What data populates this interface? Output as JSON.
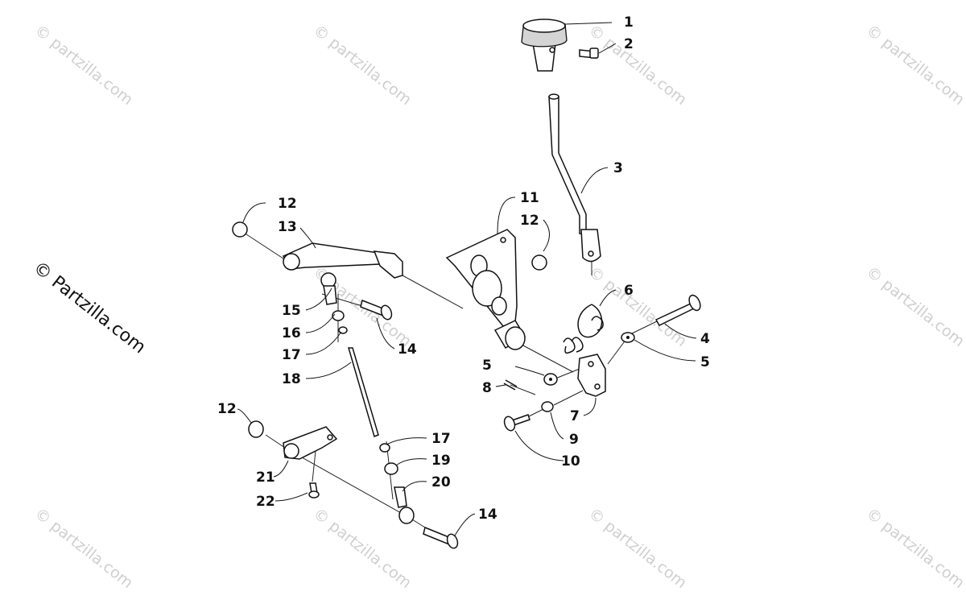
{
  "watermark": {
    "text": "© partzilla.com"
  },
  "copyright": {
    "text": "© Partzilla.com"
  },
  "callouts": [
    {
      "id": "c1",
      "label": "1"
    },
    {
      "id": "c2",
      "label": "2"
    },
    {
      "id": "c3",
      "label": "3"
    },
    {
      "id": "c4",
      "label": "4"
    },
    {
      "id": "c5a",
      "label": "5"
    },
    {
      "id": "c5b",
      "label": "5"
    },
    {
      "id": "c6",
      "label": "6"
    },
    {
      "id": "c7",
      "label": "7"
    },
    {
      "id": "c8",
      "label": "8"
    },
    {
      "id": "c9",
      "label": "9"
    },
    {
      "id": "c10",
      "label": "10"
    },
    {
      "id": "c11",
      "label": "11"
    },
    {
      "id": "c12a",
      "label": "12"
    },
    {
      "id": "c12b",
      "label": "12"
    },
    {
      "id": "c12c",
      "label": "12"
    },
    {
      "id": "c13",
      "label": "13"
    },
    {
      "id": "c14a",
      "label": "14"
    },
    {
      "id": "c14b",
      "label": "14"
    },
    {
      "id": "c15",
      "label": "15"
    },
    {
      "id": "c16",
      "label": "16"
    },
    {
      "id": "c17a",
      "label": "17"
    },
    {
      "id": "c17b",
      "label": "17"
    },
    {
      "id": "c18",
      "label": "18"
    },
    {
      "id": "c19",
      "label": "19"
    },
    {
      "id": "c20",
      "label": "20"
    },
    {
      "id": "c21",
      "label": "21"
    },
    {
      "id": "c22",
      "label": "22"
    }
  ]
}
